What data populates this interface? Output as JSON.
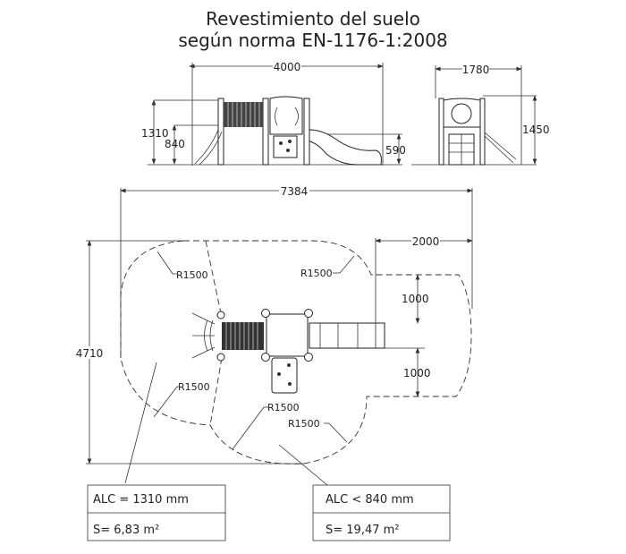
{
  "title": {
    "line1": "Revestimiento del suelo",
    "line2": "según norma EN-1176-1:2008"
  },
  "front_view": {
    "width": "4000",
    "height_total": "1310",
    "height_platform": "840",
    "height_slide": "590"
  },
  "side_view": {
    "width": "1780",
    "height": "1450"
  },
  "plan_view": {
    "total_length": "7384",
    "total_width": "4710",
    "slide_zone": "2000",
    "side_offset_top": "1000",
    "side_offset_bottom": "1000",
    "radius_labels": [
      "R1500",
      "R1500",
      "R1500",
      "R1500",
      "R1500"
    ]
  },
  "zones": [
    {
      "alc": "ALC = 1310 mm",
      "area": "S= 6,83 m²"
    },
    {
      "alc": "ALC < 840 mm",
      "area": "S= 19,47 m²"
    }
  ]
}
